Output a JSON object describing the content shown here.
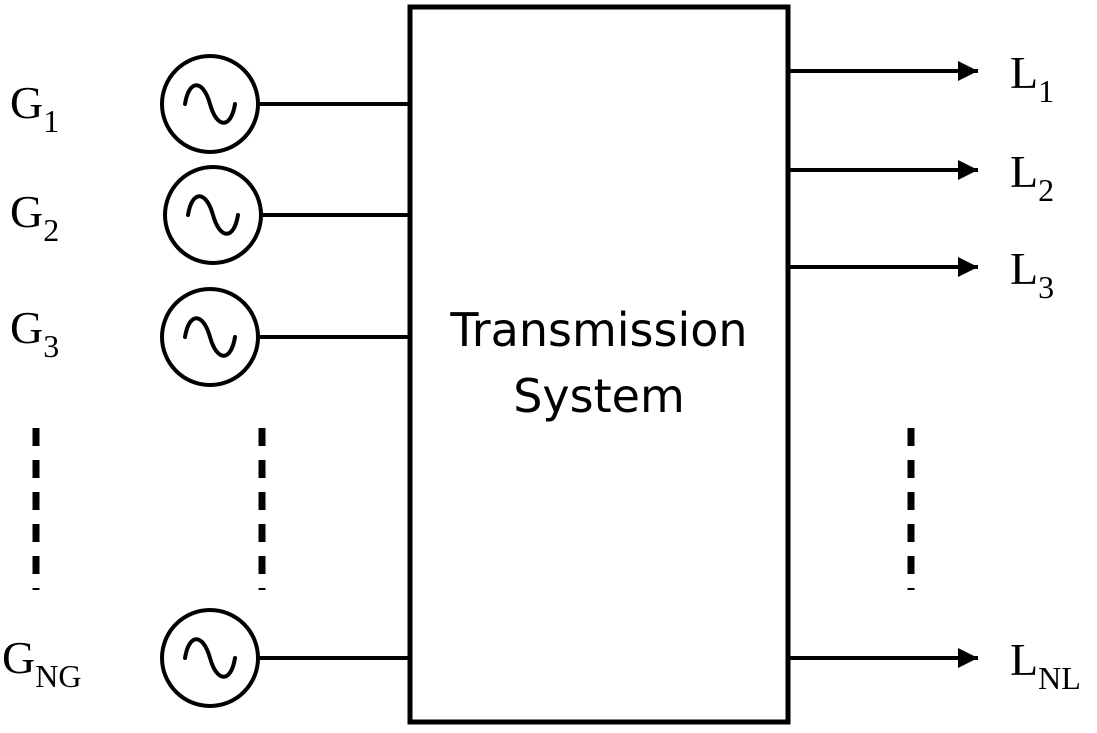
{
  "box": {
    "line1": "Transmission",
    "line2": "System"
  },
  "generators": [
    {
      "name": "G",
      "sub": "1"
    },
    {
      "name": "G",
      "sub": "2"
    },
    {
      "name": "G",
      "sub": "3"
    },
    {
      "name": "G",
      "sub": "NG"
    }
  ],
  "loads": [
    {
      "name": "L",
      "sub": "1"
    },
    {
      "name": "L",
      "sub": "2"
    },
    {
      "name": "L",
      "sub": "3"
    },
    {
      "name": "L",
      "sub": "NL"
    }
  ]
}
